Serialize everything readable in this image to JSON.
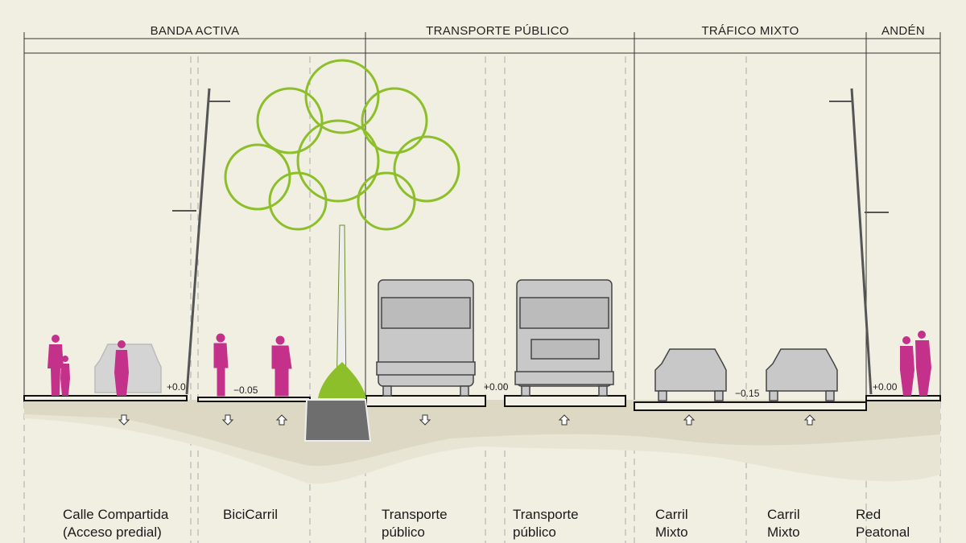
{
  "headers": {
    "banda_activa": "BANDA ACTIVA",
    "transporte_publico": "TRANSPORTE PÚBLICO",
    "trafico_mixto": "TRÁFICO MIXTO",
    "anden": "ANDÉN"
  },
  "elevations": {
    "shared_street": "+0.0",
    "bike_lane": "−0.05",
    "transit": "+0.00",
    "mixed": "−0.15",
    "sidewalk": "+0.00"
  },
  "lanes": [
    {
      "line1": "Calle Compartida",
      "line2": "(Acceso predial)"
    },
    {
      "line1": "BiciCarril",
      "line2": ""
    },
    {
      "line1": "Transporte",
      "line2": "público"
    },
    {
      "line1": "Transporte",
      "line2": "público"
    },
    {
      "line1": "Carril",
      "line2": "Mixto"
    },
    {
      "line1": "Carril",
      "line2": "Mixto"
    },
    {
      "line1": "Red",
      "line2": "Peatonal"
    }
  ],
  "colors": {
    "people": "#c4318a",
    "tree": "#8cbf2a",
    "vehicles": "#c8c8c8",
    "ground": "#dcd8c4"
  }
}
